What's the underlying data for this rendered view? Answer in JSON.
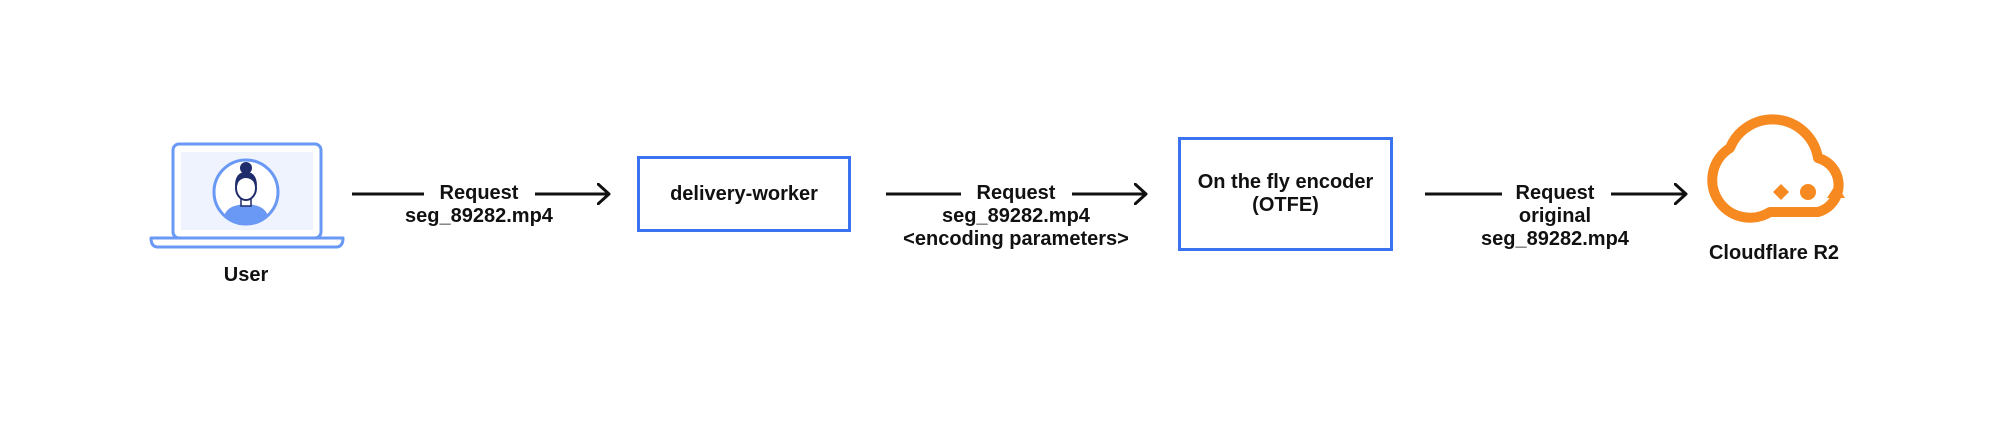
{
  "nodes": {
    "user": {
      "label": "User"
    },
    "delivery_worker": {
      "label": "delivery-worker"
    },
    "otfe": {
      "line1": "On the fly encoder",
      "line2": "(OTFE)"
    },
    "r2": {
      "label": "Cloudflare R2"
    }
  },
  "edges": {
    "user_to_worker": {
      "line1": "Request",
      "line2": "seg_89282.mp4"
    },
    "worker_to_otfe": {
      "line1": "Request",
      "line2": "seg_89282.mp4",
      "line3": "<encoding parameters>"
    },
    "otfe_to_r2": {
      "line1": "Request",
      "line2": "original",
      "line3": "seg_89282.mp4"
    }
  },
  "colors": {
    "box_border": "#3b72f0",
    "laptop": "#6a98f5",
    "cloud": "#f6891f",
    "arrow": "#111111"
  },
  "icons": [
    "laptop-icon",
    "user-avatar-icon",
    "cloud-storage-icon"
  ]
}
